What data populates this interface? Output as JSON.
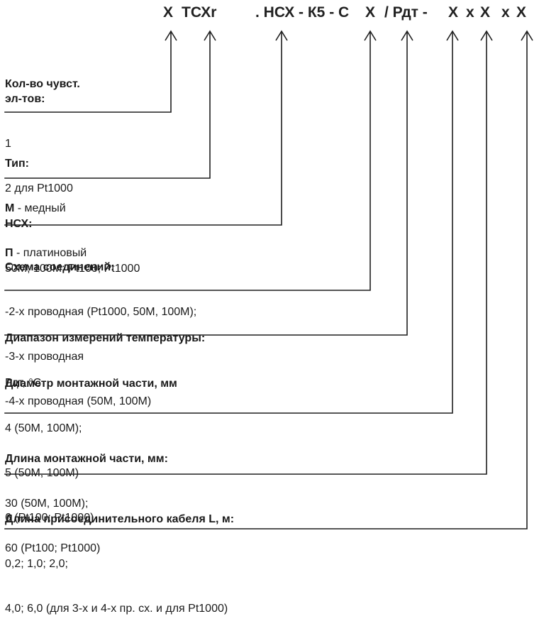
{
  "code": {
    "t1": "X",
    "t2": "ТСХr",
    "t3": ". НСХ - К5 - С",
    "t4": "Х",
    "t5": "/ Рдт -",
    "t6": "Х",
    "t7": "х",
    "t8": "Х",
    "t9": "х",
    "t10": "Х"
  },
  "blocks": [
    {
      "title": "Кол-во чувст.\nэл-тов:",
      "lines": [
        {
          "text": "1"
        },
        {
          "text": "2 для Pt1000"
        }
      ]
    },
    {
      "title": "Тип:",
      "lines": [
        {
          "bold": "М",
          "text": " - медный"
        },
        {
          "bold": "П",
          "text": " - платиновый"
        }
      ]
    },
    {
      "title": "НСХ:",
      "lines": [
        {
          "text": "50М; 100М; Pt100; Pt1000"
        }
      ]
    },
    {
      "title": "Схема соединений:",
      "lines": [
        {
          "text": "-2-х проводная (Pt1000, 50М, 100М);"
        },
        {
          "text": "-3-х проводная"
        },
        {
          "text": "-4-х проводная (50М, 100М)"
        }
      ]
    },
    {
      "title": "Диапазон измерений температуры:",
      "lines": [
        {
          "text": "Рдт, °С"
        }
      ]
    },
    {
      "title": "Диаметр монтажной части, мм",
      "lines": [
        {
          "text": "4 (50М, 100М);"
        },
        {
          "text": "5 (50М, 100М)"
        },
        {
          "text": "6 (Pt100; Pt1000)"
        }
      ]
    },
    {
      "title": "Длина монтажной части, мм:",
      "lines": [
        {
          "text": "30 (50М, 100М);"
        },
        {
          "text": "60 (Pt100; Pt1000)"
        }
      ]
    },
    {
      "title": "Длина присоединительного кабеля L, м:",
      "lines": [
        {
          "text": "0,2; 1,0; 2,0;"
        },
        {
          "text": "4,0; 6,0 (для 3-х и 4-х пр. сх. и для Pt1000)"
        }
      ]
    }
  ]
}
